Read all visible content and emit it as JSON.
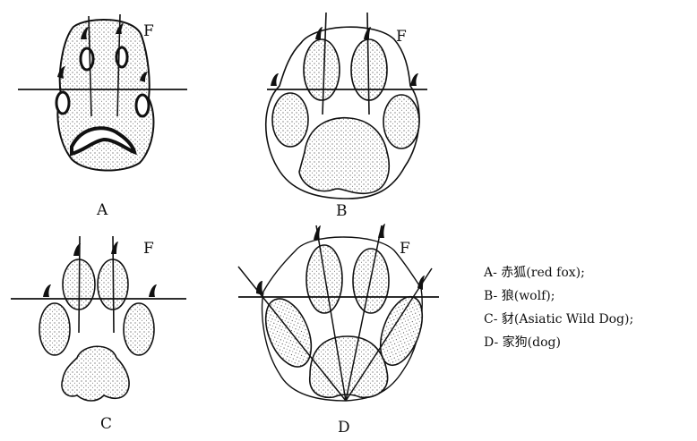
{
  "figure": {
    "panels": [
      {
        "id": "A",
        "label": "A",
        "marker": "F"
      },
      {
        "id": "B",
        "label": "B",
        "marker": "F"
      },
      {
        "id": "C",
        "label": "C",
        "marker": "F"
      },
      {
        "id": "D",
        "label": "D",
        "marker": "F"
      }
    ],
    "legend": [
      "A- 赤狐(red fox);",
      "B- 狼(wolf);",
      "C- 豺(Asiatic Wild Dog);",
      "D- 家狗(dog)"
    ]
  }
}
